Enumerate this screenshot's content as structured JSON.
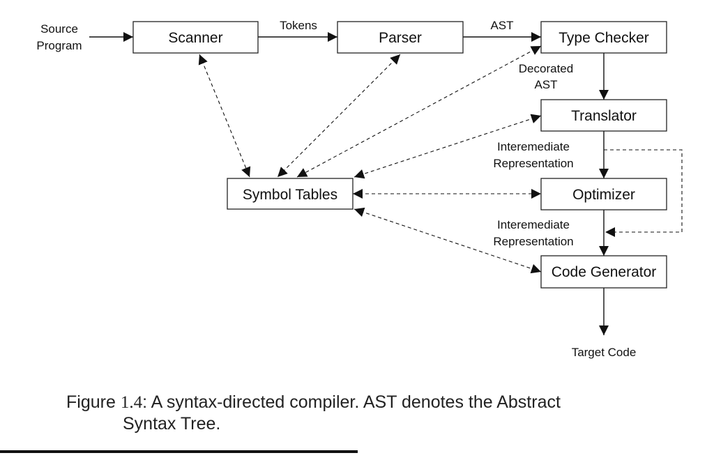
{
  "nodes": {
    "scanner": "Scanner",
    "parser": "Parser",
    "type_checker": "Type Checker",
    "translator": "Translator",
    "optimizer": "Optimizer",
    "code_generator": "Code Generator",
    "symbol_tables": "Symbol Tables"
  },
  "labels": {
    "source_program_line1": "Source",
    "source_program_line2": "Program",
    "tokens": "Tokens",
    "ast": "AST",
    "decorated_line1": "Decorated",
    "decorated_line2": "AST",
    "ir1_line1": "Interemediate",
    "ir1_line2": "Representation",
    "ir2_line1": "Interemediate",
    "ir2_line2": "Representation",
    "target_code": "Target Code"
  },
  "caption": {
    "prefix": "Figure ",
    "number": "1.4",
    "text_line1": ": A syntax-directed compiler. AST denotes the Abstract",
    "text_line2": "Syntax Tree."
  }
}
